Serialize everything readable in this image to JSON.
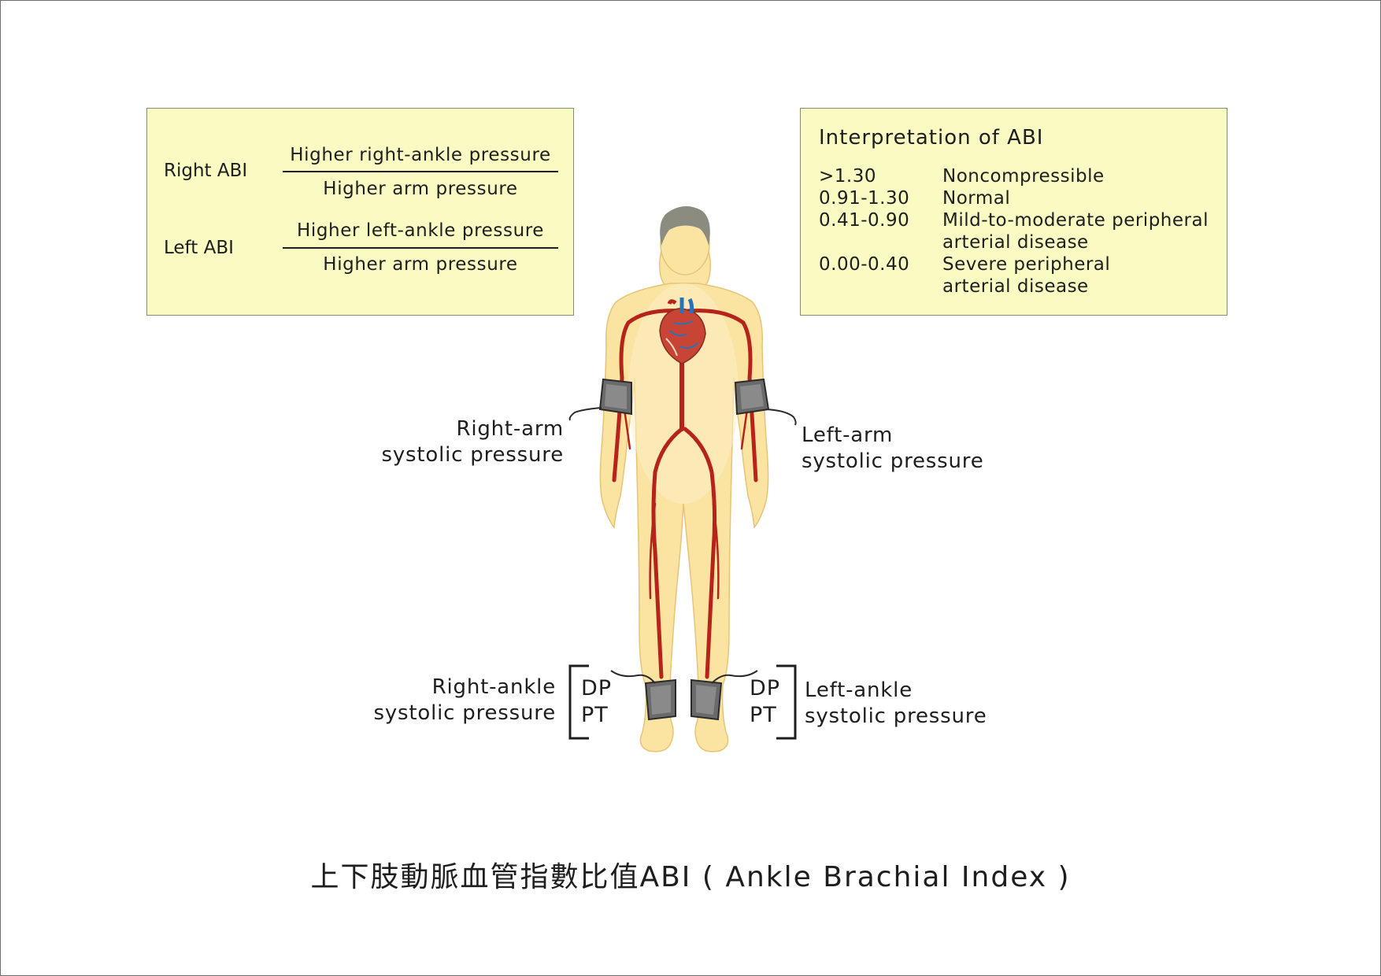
{
  "formula_box": {
    "right": {
      "label": "Right ABI",
      "numerator": "Higher right-ankle pressure",
      "denominator": "Higher arm pressure"
    },
    "left": {
      "label": "Left ABI",
      "numerator": "Higher left-ankle pressure",
      "denominator": "Higher arm pressure"
    }
  },
  "interpretation": {
    "title": "Interpretation of ABI",
    "rows": [
      {
        "range": ">1.30",
        "desc_line1": "Noncompressible",
        "desc_line2": ""
      },
      {
        "range": "0.91-1.30",
        "desc_line1": "Normal",
        "desc_line2": ""
      },
      {
        "range": "0.41-0.90",
        "desc_line1": "Mild-to-moderate peripheral",
        "desc_line2": "arterial disease"
      },
      {
        "range": "0.00-0.40",
        "desc_line1": "Severe peripheral",
        "desc_line2": "arterial disease"
      }
    ]
  },
  "labels": {
    "right_arm_line1": "Right-arm",
    "right_arm_line2": "systolic pressure",
    "left_arm_line1": "Left-arm",
    "left_arm_line2": "systolic pressure",
    "right_ankle_line1": "Right-ankle",
    "right_ankle_line2": "systolic pressure",
    "left_ankle_line1": "Left-ankle",
    "left_ankle_line2": "systolic pressure",
    "dp": "DP",
    "pt": "PT"
  },
  "caption": "上下肢動脈血管指數比值ABI ( Ankle Brachial Index )",
  "colors": {
    "panel_fill": "#fafac3",
    "body_skin": "#fbe3a2",
    "artery": "#b5231b",
    "cuff": "#6a6a6a",
    "hair": "#8b8b7f"
  }
}
